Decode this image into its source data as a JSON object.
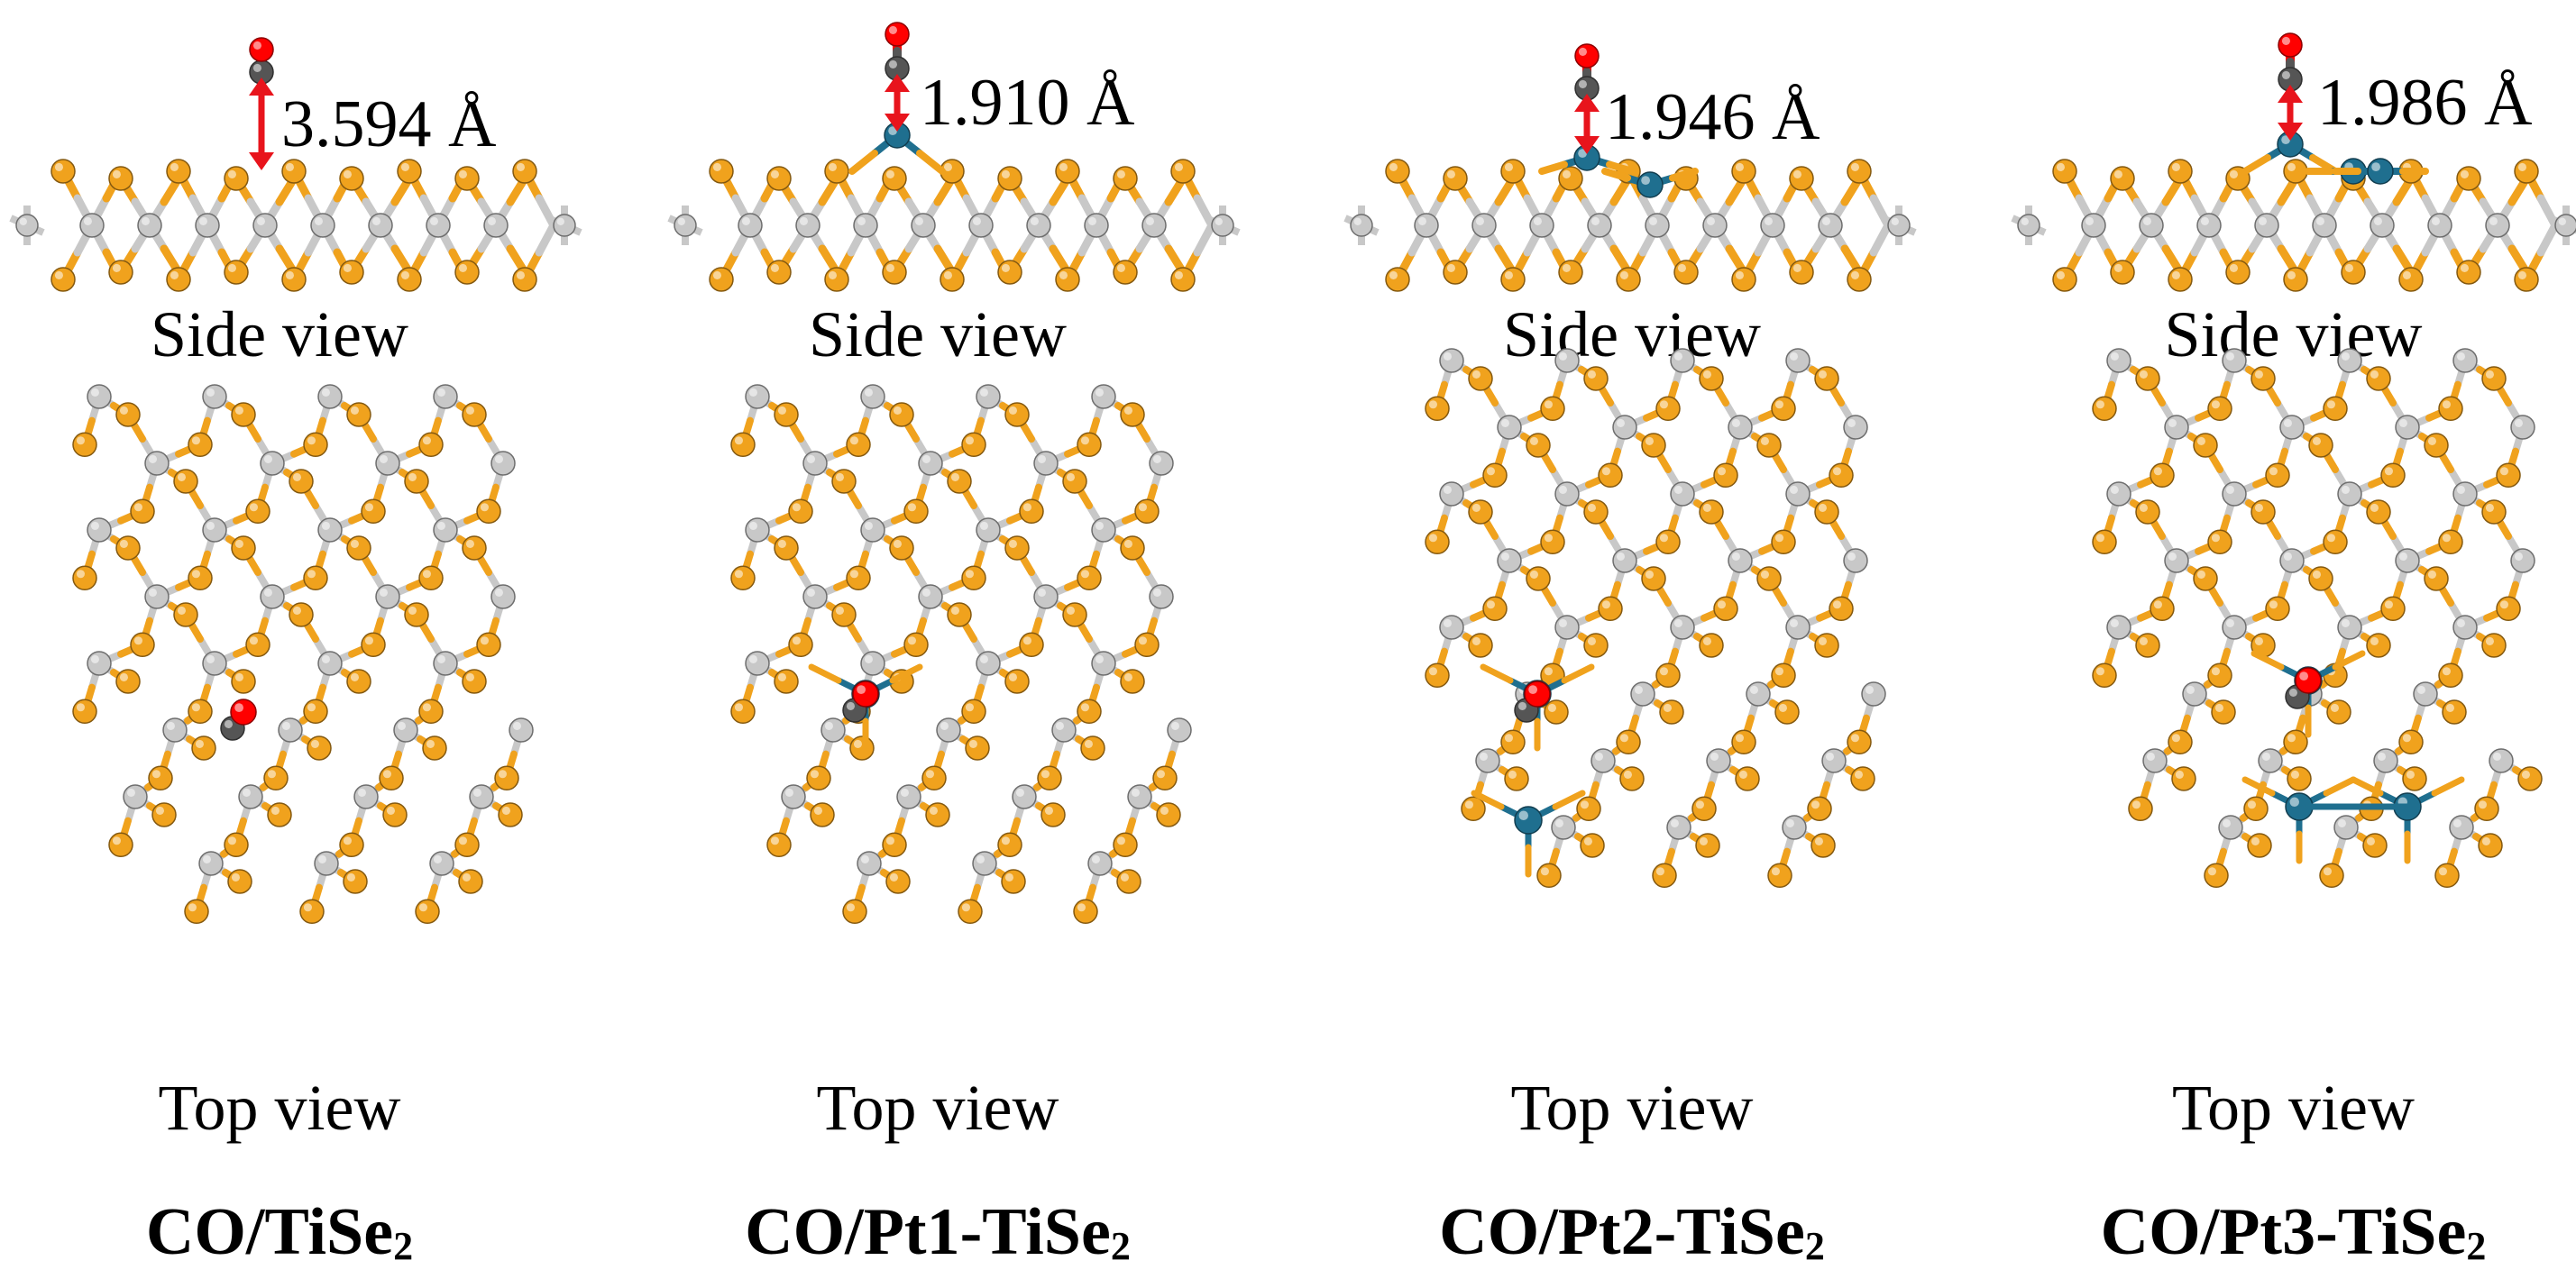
{
  "colors": {
    "selenium": "#f0a21d",
    "titanium": "#c8c8c8",
    "platinum": "#1f6f8f",
    "oxygen": "#ff0000",
    "carbon": "#555555",
    "arrow": "#e8141c"
  },
  "panels": [
    {
      "side_label": "Side view",
      "top_label": "Top view",
      "distance": "3.594 Å",
      "caption_main": "CO/TiSe",
      "caption_sub": "2",
      "pt_count": 0
    },
    {
      "side_label": "Side view",
      "top_label": "Top view",
      "distance": "1.910 Å",
      "caption_main": "CO/Pt1-TiSe",
      "caption_sub": "2",
      "pt_count": 1
    },
    {
      "side_label": "Side view",
      "top_label": "Top view",
      "distance": "1.946 Å",
      "caption_main": "CO/Pt2-TiSe",
      "caption_sub": "2",
      "pt_count": 2
    },
    {
      "side_label": "Side view",
      "top_label": "Top view",
      "distance": "1.986 Å",
      "caption_main": "CO/Pt3-TiSe",
      "caption_sub": "2",
      "pt_count": 3
    }
  ]
}
